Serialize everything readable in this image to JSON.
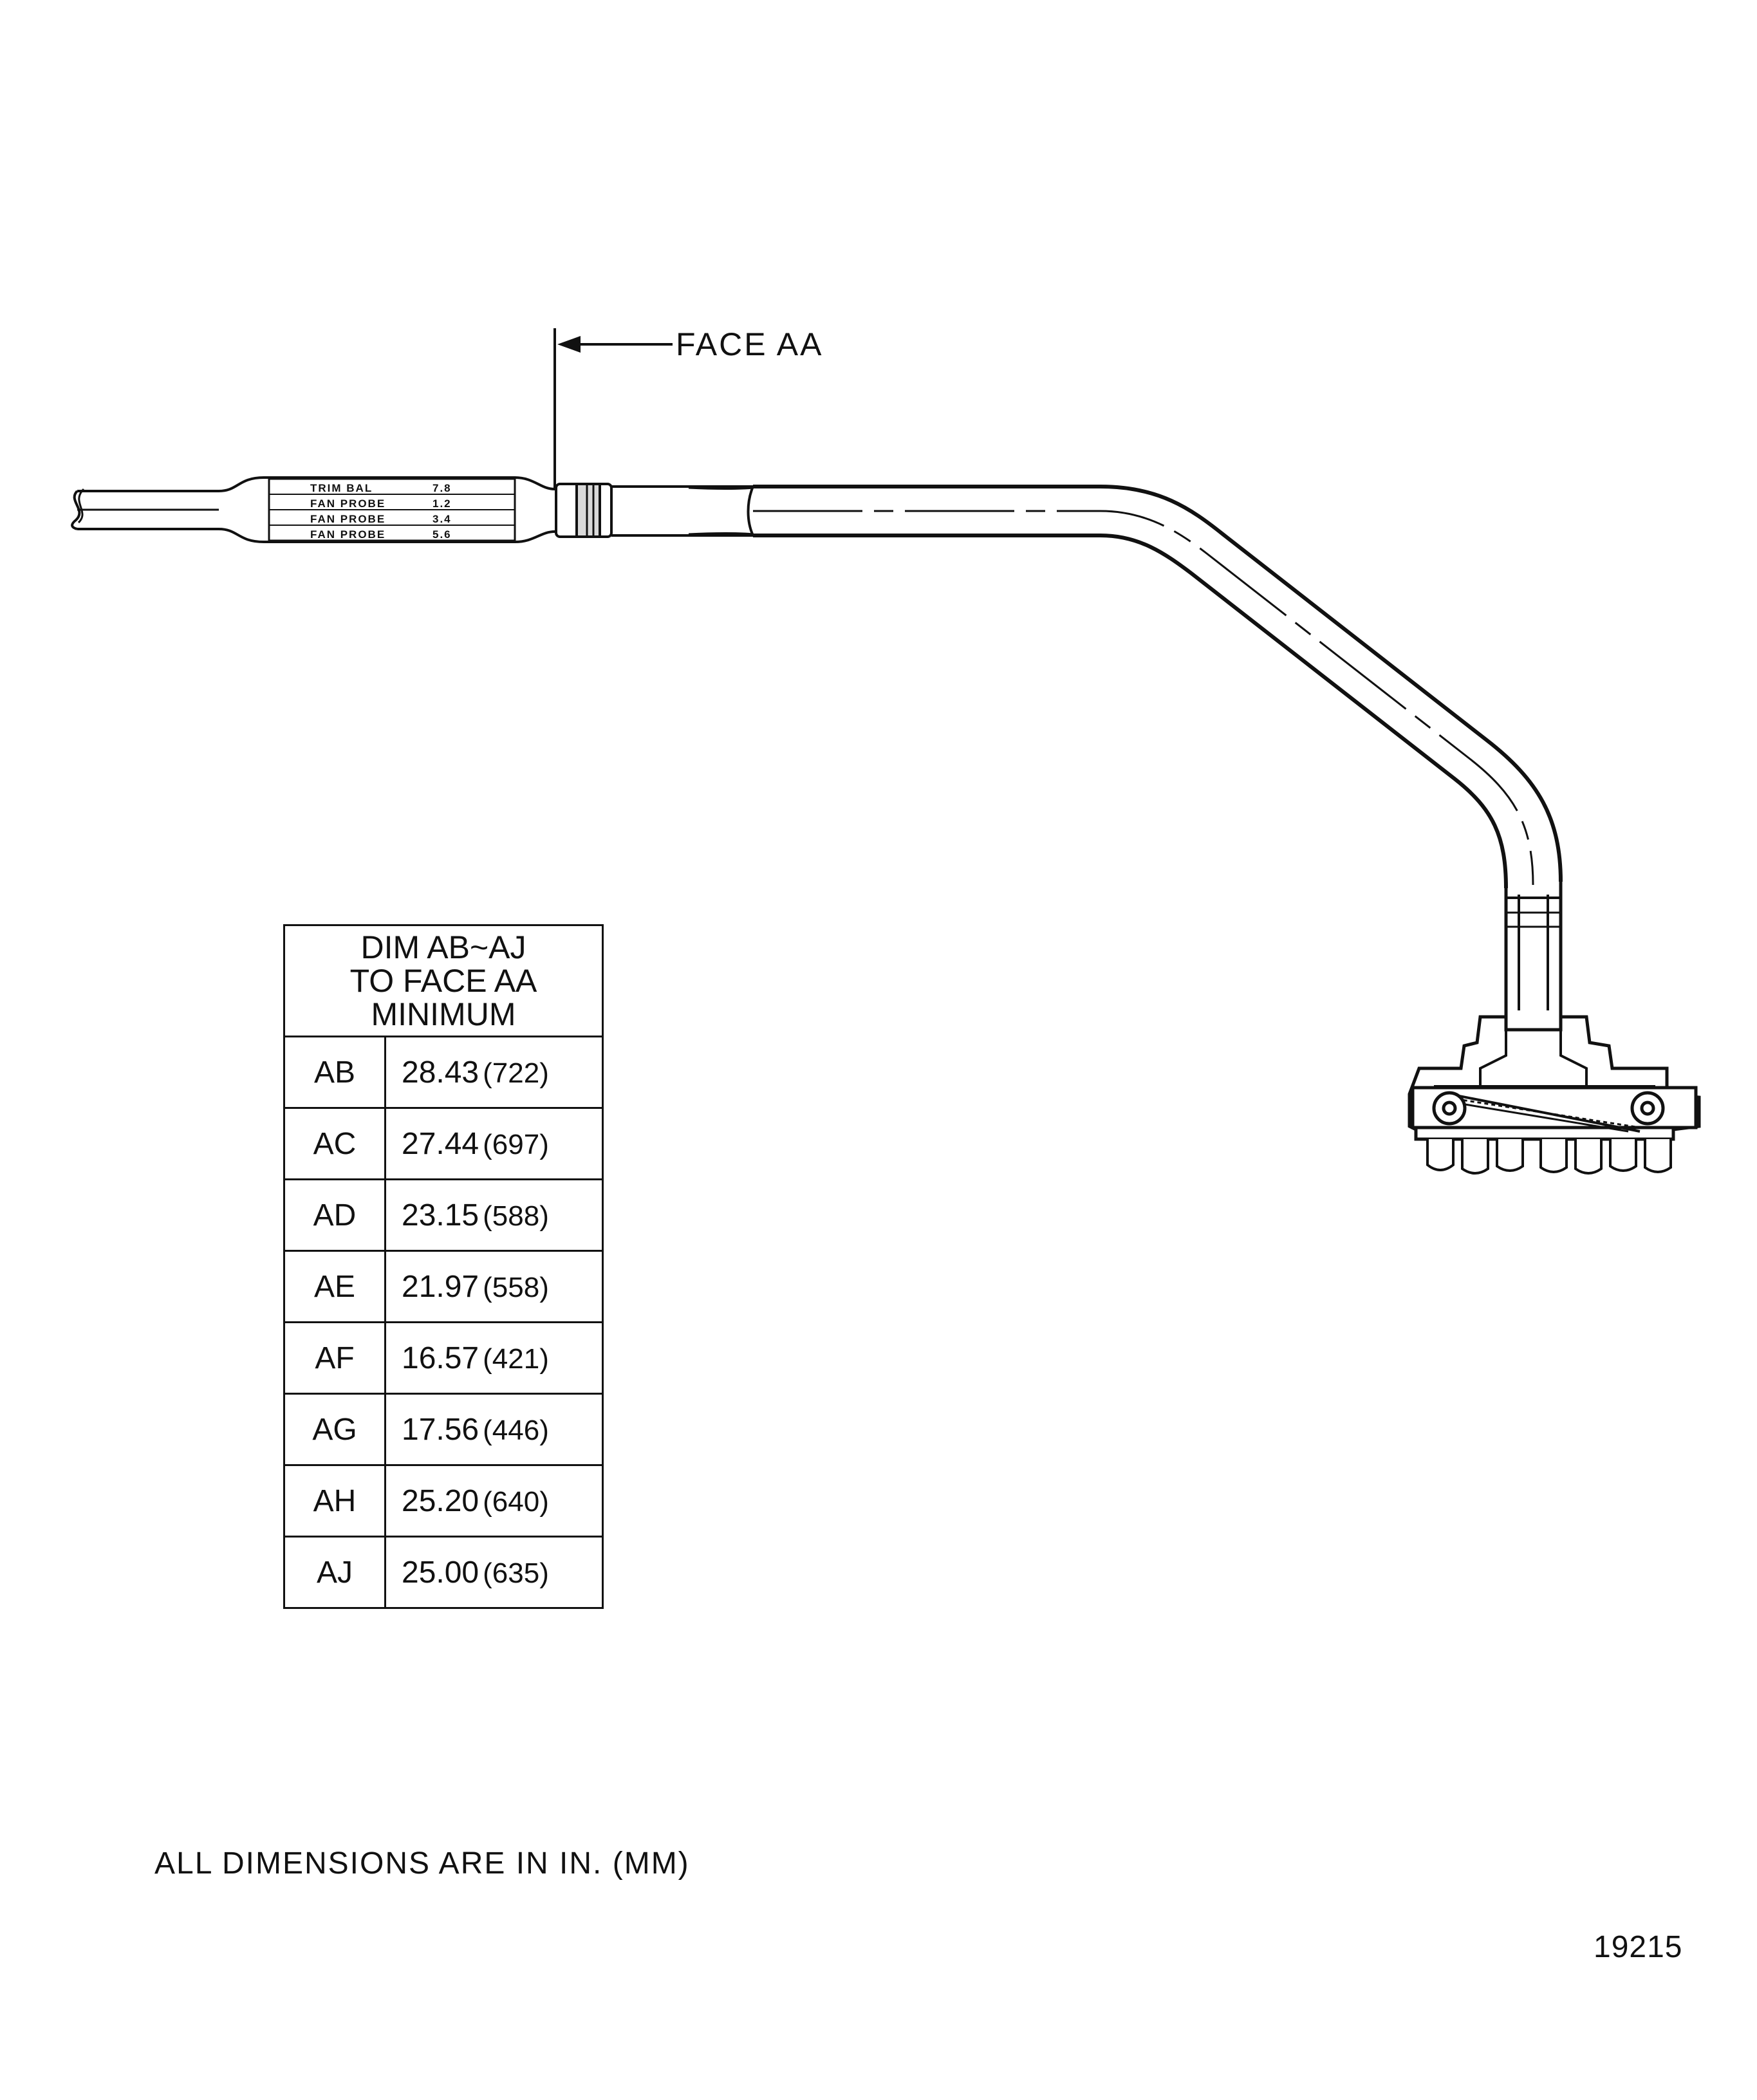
{
  "diagram": {
    "face_label": "FACE AA",
    "band_labels": [
      {
        "name": "TRIM BAL",
        "value": "7.8"
      },
      {
        "name": "FAN PROBE",
        "value": "1.2"
      },
      {
        "name": "FAN PROBE",
        "value": "3.4"
      },
      {
        "name": "FAN PROBE",
        "value": "5.6"
      }
    ]
  },
  "table": {
    "header_lines": [
      "DIM AB~AJ",
      "TO FACE AA",
      "MINIMUM"
    ],
    "rows": [
      {
        "code": "AB",
        "inches": "28.43",
        "mm": "(722)"
      },
      {
        "code": "AC",
        "inches": "27.44",
        "mm": "(697)"
      },
      {
        "code": "AD",
        "inches": "23.15",
        "mm": "(588)"
      },
      {
        "code": "AE",
        "inches": "21.97",
        "mm": "(558)"
      },
      {
        "code": "AF",
        "inches": "16.57",
        "mm": "(421)"
      },
      {
        "code": "AG",
        "inches": "17.56",
        "mm": "(446)"
      },
      {
        "code": "AH",
        "inches": "25.20",
        "mm": "(640)"
      },
      {
        "code": "AJ",
        "inches": "25.00",
        "mm": "(635)"
      }
    ]
  },
  "note": "ALL DIMENSIONS ARE IN IN. (MM)",
  "figure_number": "19215"
}
